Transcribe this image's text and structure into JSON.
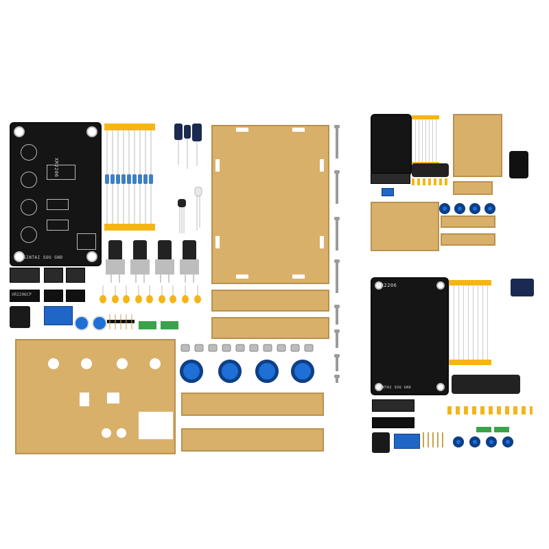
{
  "main_kit": {
    "pcb_marking": "XR2206",
    "pcb_bottom_label": "SINTAI  SOU  GND",
    "chip_label": "XR2206CP"
  },
  "preview_top": {
    "description_hidden": ""
  },
  "preview_bottom": {
    "pcb_marking": "XR2206",
    "pcb_bottom_label": "SINTAI  SOU  GND"
  },
  "colors": {
    "pcb": "#151515",
    "acrylic": "#d9b06a",
    "knob": "#1e6fd6",
    "tape": "#f5b614"
  }
}
